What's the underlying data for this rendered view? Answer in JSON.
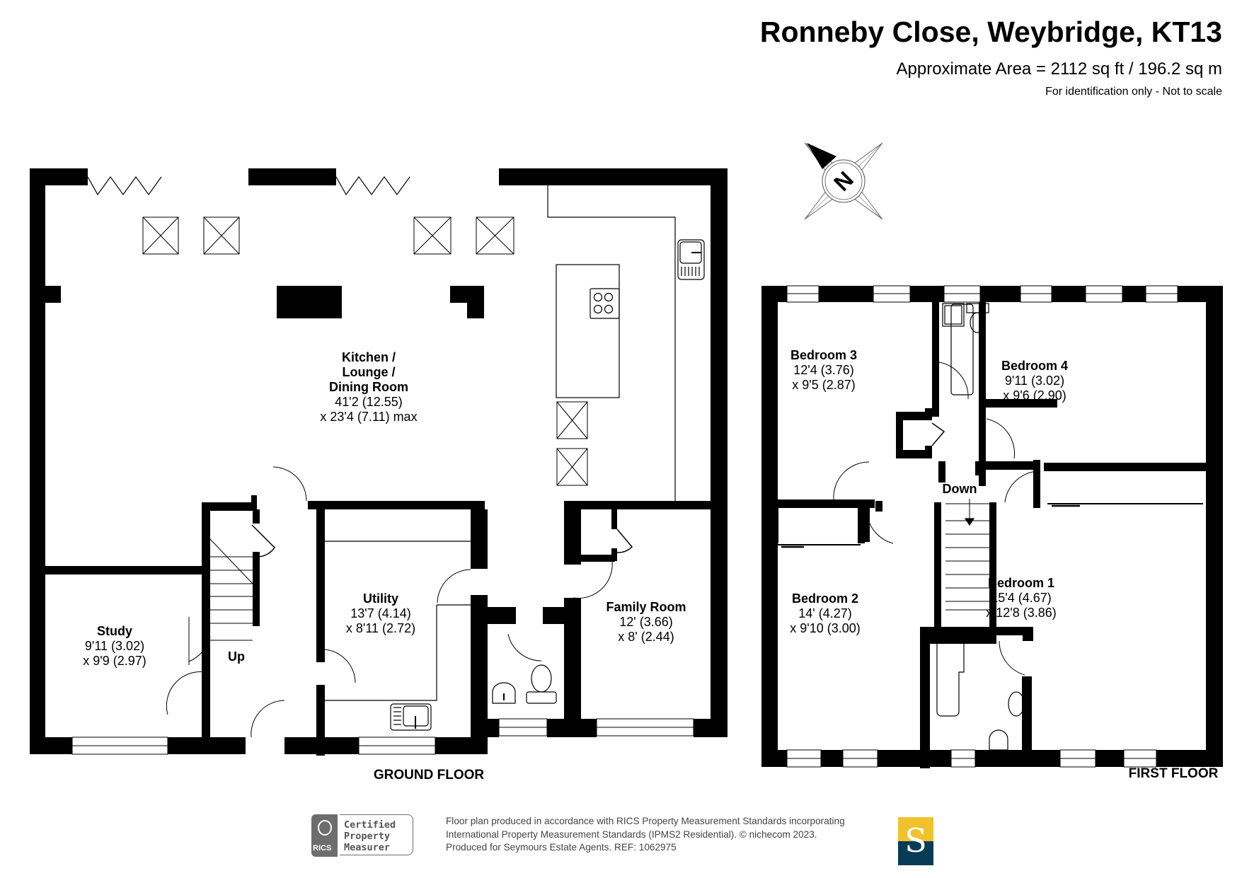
{
  "header": {
    "title": "Ronneby Close, Weybridge, KT13",
    "area": "Approximate Area = 2112 sq ft / 196.2 sq m",
    "note": "For identification only - Not to scale"
  },
  "compass": {
    "label": "N"
  },
  "ground_floor": {
    "label": "GROUND FLOOR",
    "stair_label": "Up",
    "rooms": [
      {
        "name_lines": [
          "Kitchen /",
          "Lounge /",
          "Dining Room"
        ],
        "dim1": "41'2 (12.55)",
        "dim2": "x 23'4 (7.11) max"
      },
      {
        "name_lines": [
          "Study"
        ],
        "dim1": "9'11 (3.02)",
        "dim2": "x 9'9 (2.97)"
      },
      {
        "name_lines": [
          "Utility"
        ],
        "dim1": "13'7 (4.14)",
        "dim2": "x 8'11 (2.72)"
      },
      {
        "name_lines": [
          "Family Room"
        ],
        "dim1": "12' (3.66)",
        "dim2": "x 8' (2.44)"
      }
    ]
  },
  "first_floor": {
    "label": "FIRST FLOOR",
    "stair_label": "Down",
    "rooms": [
      {
        "name_lines": [
          "Bedroom 3"
        ],
        "dim1": "12'4 (3.76)",
        "dim2": "x 9'5 (2.87)"
      },
      {
        "name_lines": [
          "Bedroom 4"
        ],
        "dim1": "9'11 (3.02)",
        "dim2": "x 9'6 (2.90)"
      },
      {
        "name_lines": [
          "Bedroom 2"
        ],
        "dim1": "14' (4.27)",
        "dim2": "x 9'10 (3.00)"
      },
      {
        "name_lines": [
          "Bedroom 1"
        ],
        "dim1": "15'4 (4.67)",
        "dim2": "x 12'8 (3.86)"
      }
    ]
  },
  "footer": {
    "rics_logo_text": "RICS",
    "badge_lines": [
      "Certified",
      "Property",
      "Measurer"
    ],
    "text_lines": [
      "Floor plan produced in accordance with RICS Property Measurement Standards incorporating",
      "International Property Measurement Standards (IPMS2 Residential).   © nichecom 2023.",
      "Produced for Seymours Estate Agents.   REF:  1062975"
    ],
    "brand_letter": "S"
  },
  "colors": {
    "wall": "#000000",
    "brand_yellow": "#f2c12e",
    "brand_navy": "#083b56",
    "rics_grey": "#6d6d6d"
  }
}
